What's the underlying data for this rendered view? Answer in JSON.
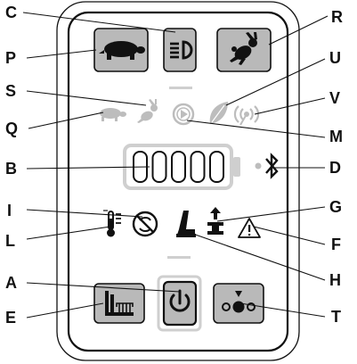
{
  "diagram": {
    "callouts": {
      "A": "A",
      "B": "B",
      "C": "C",
      "D": "D",
      "E": "E",
      "F": "F",
      "G": "G",
      "H": "H",
      "I": "I",
      "L": "L",
      "M": "M",
      "P": "P",
      "Q": "Q",
      "R": "R",
      "S": "S",
      "T": "T",
      "U": "U",
      "V": "V"
    },
    "icons": {
      "P": "turtle-slow-button-icon",
      "C": "headlight-button-icon",
      "R": "rabbit-fast-button-icon",
      "S": "rabbit-indicator-icon",
      "Q": "turtle-indicator-icon",
      "M": "play-indicator-icon",
      "U": "leaf-eco-indicator-icon",
      "V": "signal-indicator-icon",
      "B": "battery-level-icon",
      "D": "bluetooth-icon",
      "I": "blade-disabled-icon",
      "L": "temperature-icon",
      "H": "seat-icon",
      "G": "lift-indicator-icon",
      "F": "warning-triangle-icon",
      "E": "cutting-deck-button-icon",
      "A": "power-button-icon",
      "T": "blade-engage-button-icon"
    },
    "battery_bars_count": 5,
    "colors": {
      "outline": "#111111",
      "button_fill": "#b9b9b9",
      "inactive_icon": "#bdbdbd"
    }
  }
}
